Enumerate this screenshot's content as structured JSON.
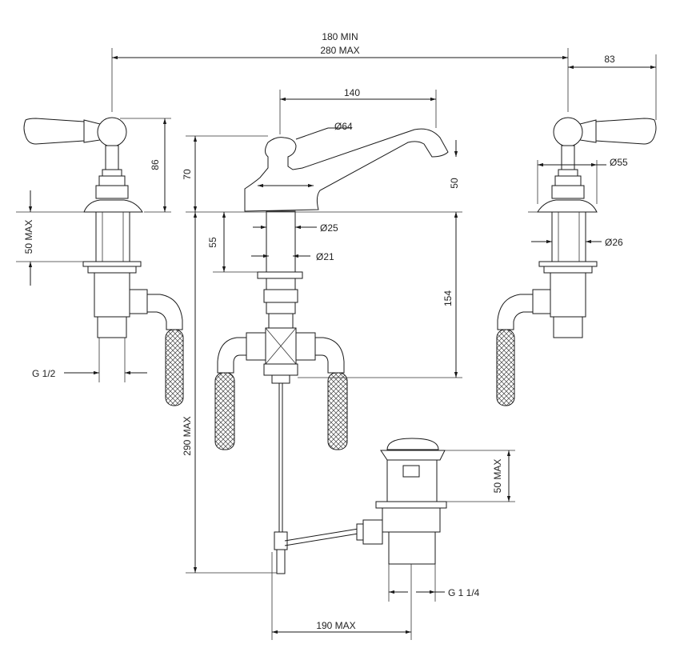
{
  "dimensions": {
    "d180min": "180 MIN",
    "d280max": "280 MAX",
    "d83": "83",
    "d140": "140",
    "d64": "Ø64",
    "d86": "86",
    "d70": "70",
    "d50": "50",
    "d55dia": "Ø55",
    "d50max_left": "50 MAX",
    "d25": "Ø25",
    "d55": "55",
    "d21": "Ø21",
    "d26": "Ø26",
    "d154": "154",
    "g12": "G 1/2",
    "d290max": "290 MAX",
    "d50max_waste": "50 MAX",
    "g114": "G 1 1/4",
    "d190max": "190 MAX"
  }
}
